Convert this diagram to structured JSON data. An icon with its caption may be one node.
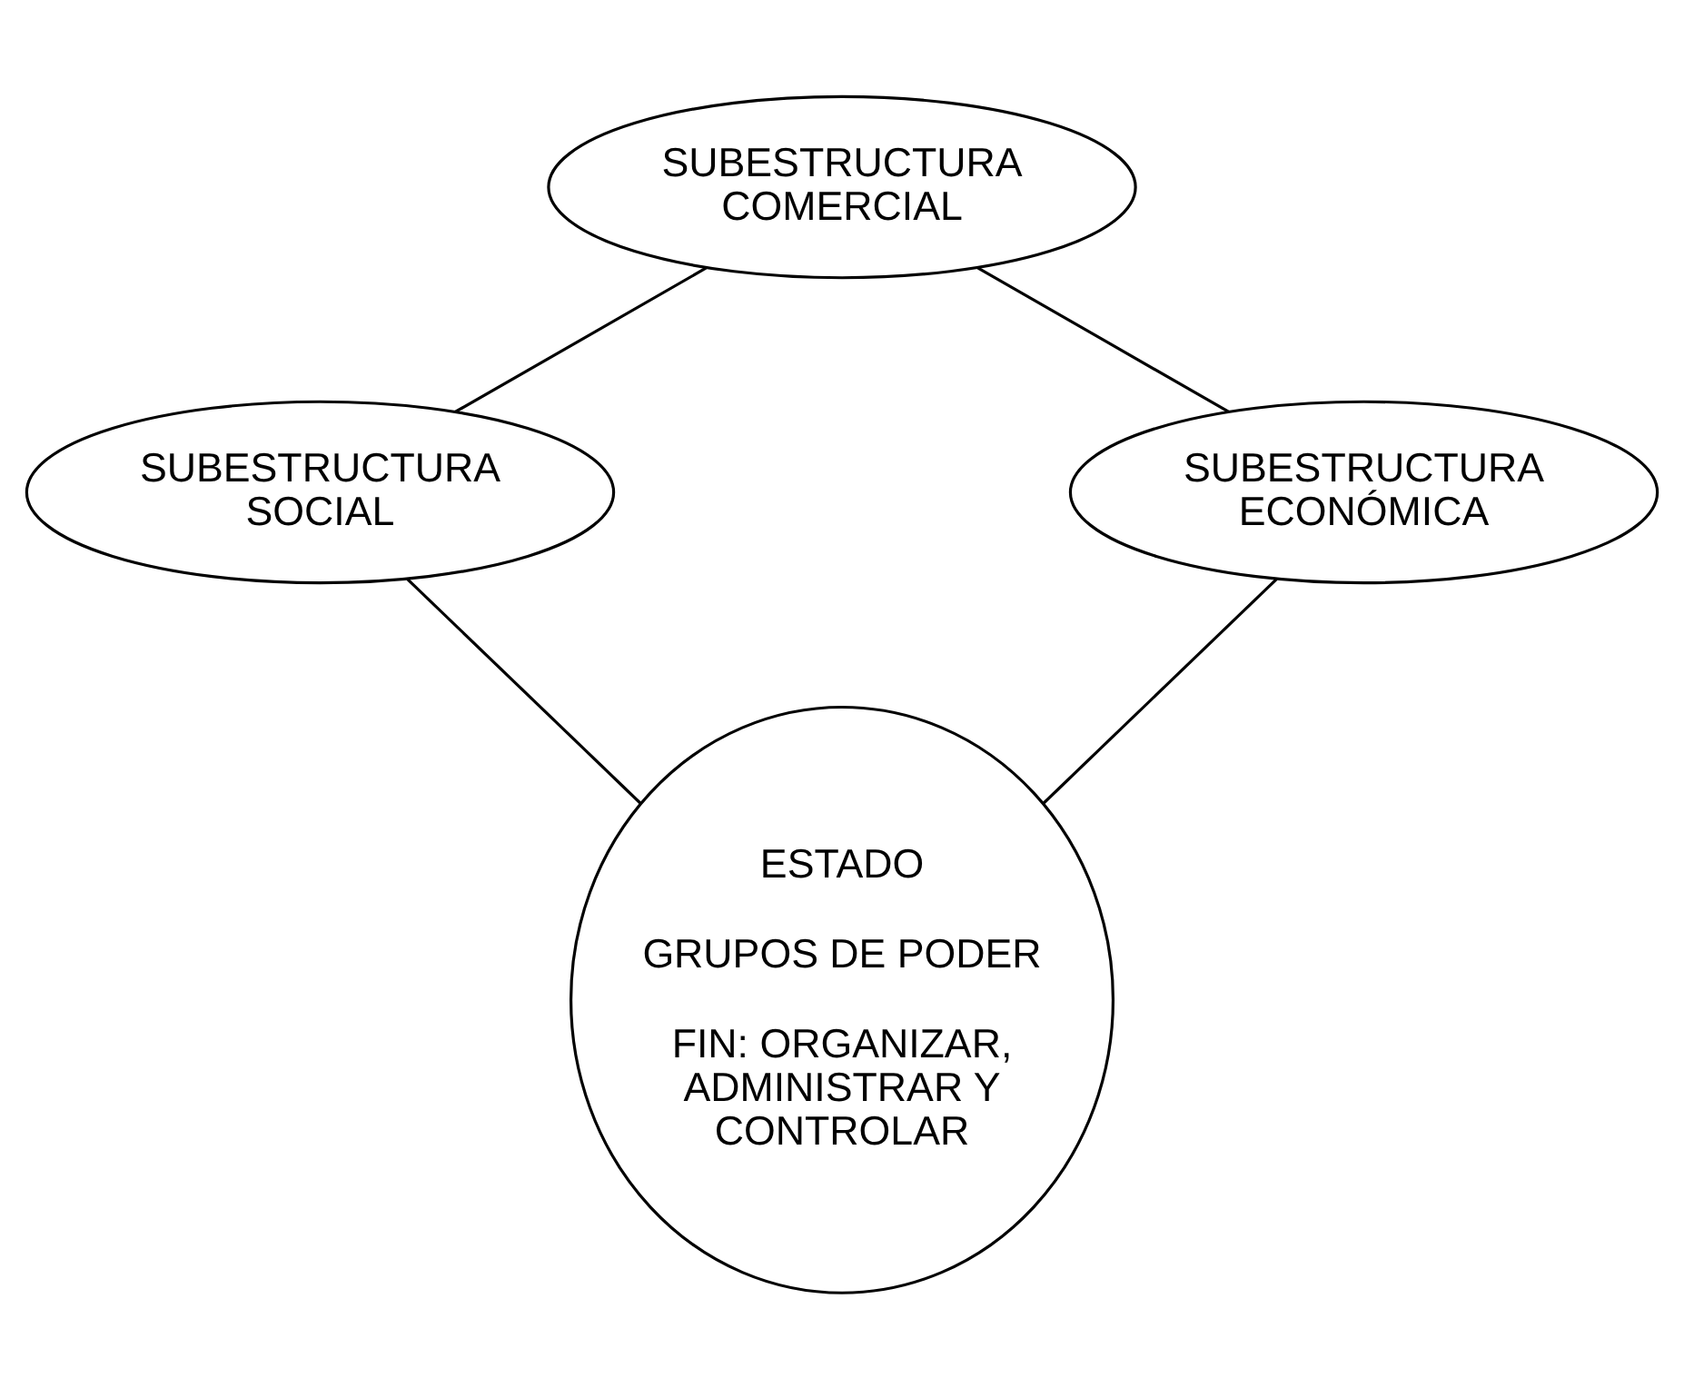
{
  "diagram": {
    "nodes": [
      {
        "text": [
          "SUBESTRUCTURA COMERCIAL"
        ]
      },
      {
        "text": [
          "SUBESTRUCTURA SOCIAL"
        ]
      },
      {
        "text": [
          "SUBESTRUCTURA ECONÓMICA"
        ]
      },
      {
        "text": [
          "ESTADO",
          "GRUPOS DE PODER",
          "FIN: ORGANIZAR, ADMINISTRAR Y CONTROLAR"
        ]
      }
    ],
    "edges": [
      {
        "from": 0,
        "to": 1,
        "arrow": "none"
      },
      {
        "from": 0,
        "to": 2,
        "arrow": "none"
      },
      {
        "from": 1,
        "to": 3,
        "arrow": "none"
      },
      {
        "from": 2,
        "to": 3,
        "arrow": "none"
      }
    ]
  }
}
